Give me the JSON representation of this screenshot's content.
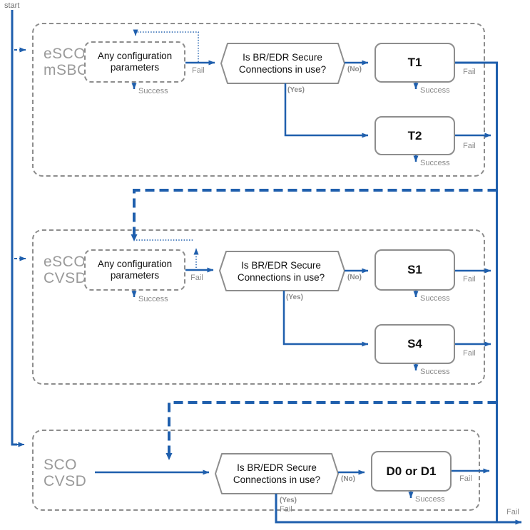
{
  "labels": {
    "start": "start",
    "fail": "Fail",
    "success": "Success",
    "no": "(No)",
    "yes": "(Yes)"
  },
  "sections": [
    {
      "name": "eSCO",
      "codec": "mSBC",
      "config": "Any configuration parameters",
      "decision": "Is BR/EDR Secure Connections in use?",
      "option_no": "T1",
      "option_yes": "T2"
    },
    {
      "name": "eSCO",
      "codec": "CVSD",
      "config": "Any configuration parameters",
      "decision": "Is BR/EDR Secure Connections in use?",
      "option_no": "S1",
      "option_yes": "S4"
    },
    {
      "name": "SCO",
      "codec": "CVSD",
      "decision": "Is BR/EDR Secure Connections in use?",
      "option_no": "D0 or D1"
    }
  ],
  "colors": {
    "line_blue": "#1f5fad",
    "border_gray": "#8d8d8d",
    "label_gray": "#8a8a8a"
  }
}
